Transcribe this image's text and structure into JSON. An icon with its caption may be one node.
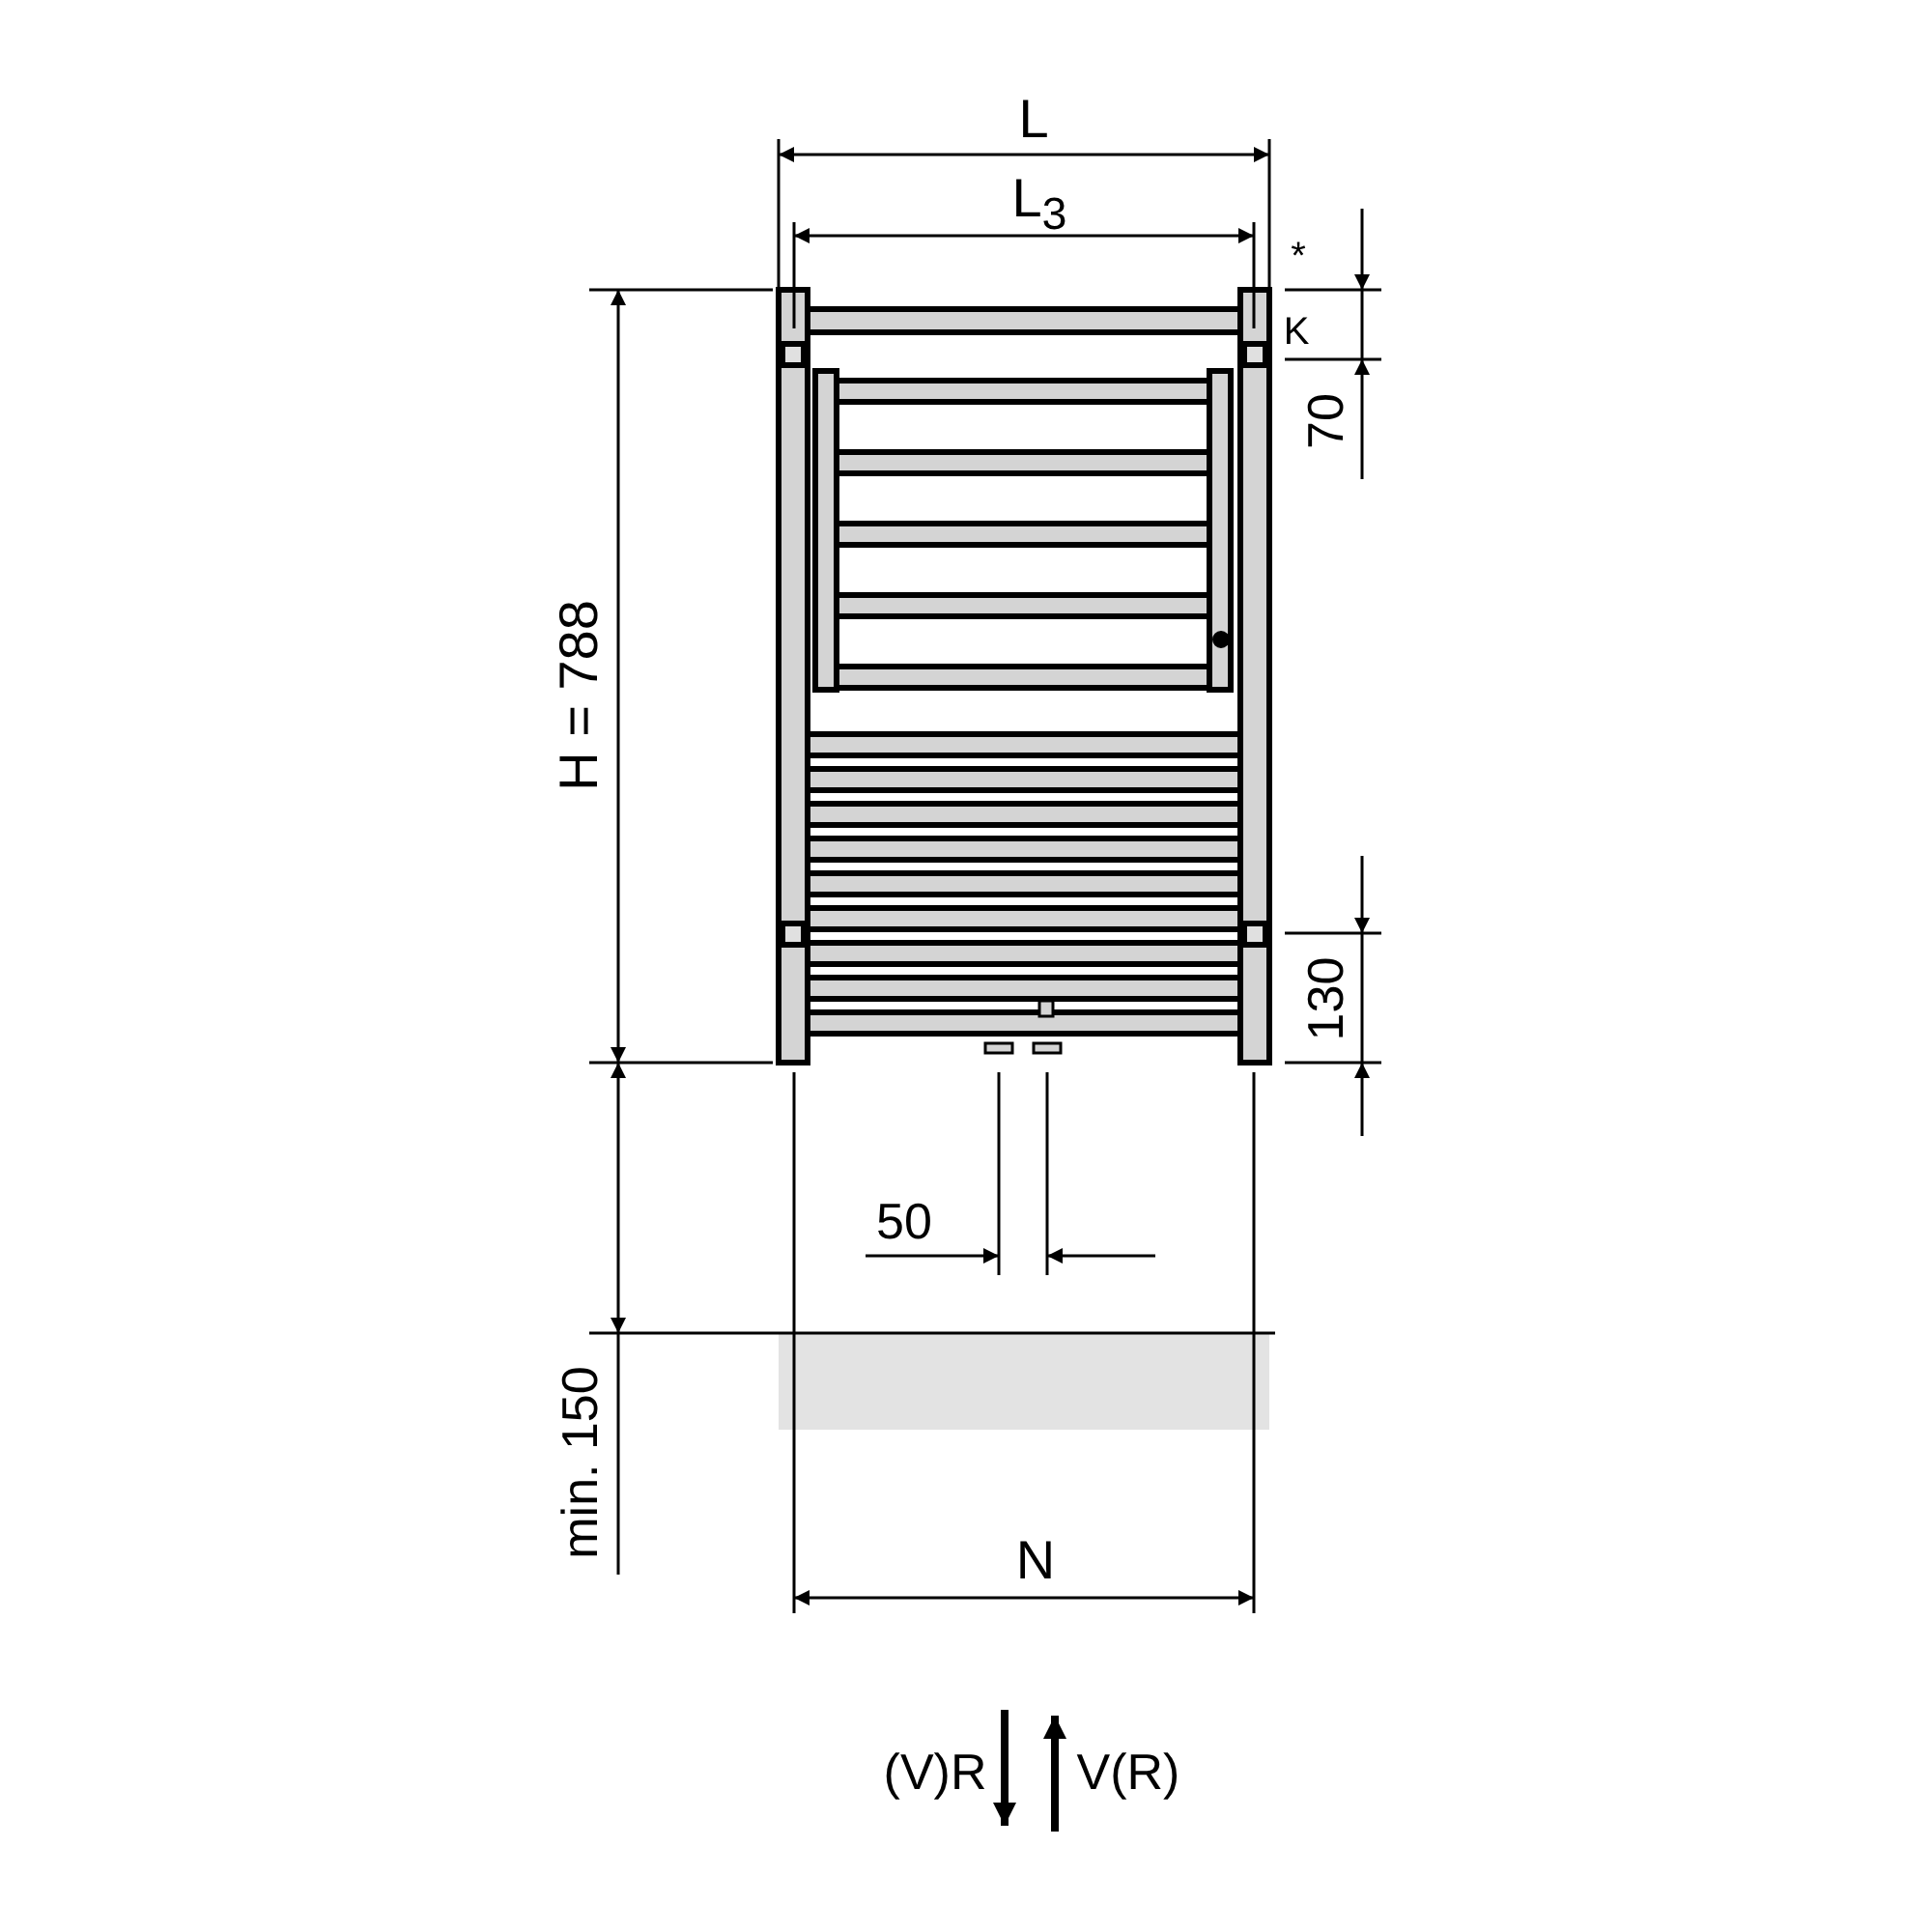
{
  "diagram": {
    "labels": [
      "L",
      "L$_{3}$",
      "*",
      "K",
      "70",
      "H = 788",
      "130",
      "50",
      "min. 150",
      "N",
      "(V)R",
      "V(R)"
    ]
  }
}
